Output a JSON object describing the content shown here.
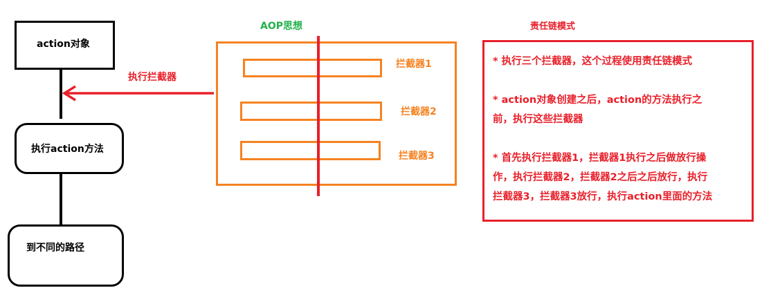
{
  "left": {
    "action_object": "action对象",
    "execute_method": "执行action方法",
    "route": "到不同的路径"
  },
  "arrow_label": "执行拦截器",
  "aop": {
    "title": "AOP思想",
    "interceptors": [
      "拦截器1",
      "拦截器2",
      "拦截器3"
    ]
  },
  "chain": {
    "title": "责任链模式",
    "lines": [
      "* 执行三个拦截器，这个过程使用责任链模式",
      "* action对象创建之后，action的方法执行之",
      "前，执行这些拦截器",
      "* 首先执行拦截器1，拦截器1执行之后做放行操",
      "作，执行拦截器2，拦截器2之后之后放行，执行",
      "拦截器3，拦截器3放行，执行action里面的方法"
    ]
  },
  "colors": {
    "orange": "#f58220",
    "red": "#e8202a",
    "green": "#22b14c",
    "black": "#000000"
  }
}
